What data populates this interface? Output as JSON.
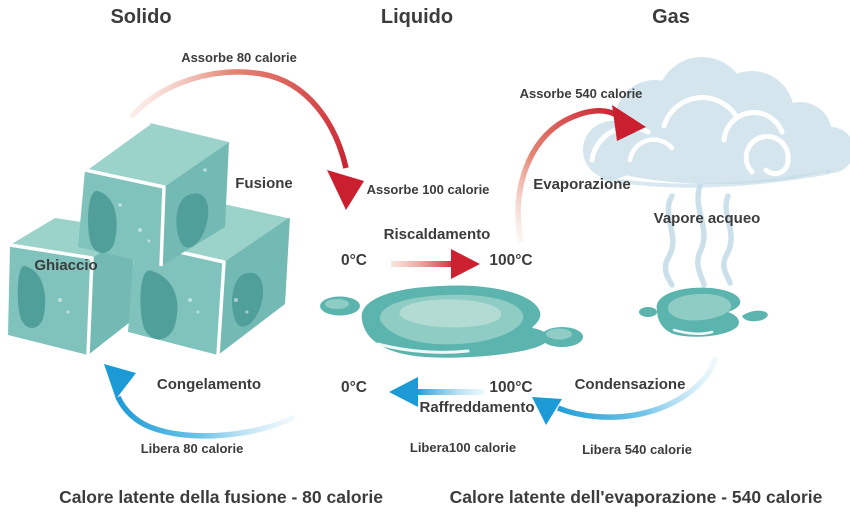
{
  "states": {
    "solid": {
      "label": "Solido",
      "object": "Ghiaccio"
    },
    "liquid": {
      "label": "Liquido"
    },
    "gas": {
      "label": "Gas",
      "vapor": "Vapore acqueo"
    }
  },
  "heating_path": {
    "fusion": {
      "label": "Fusione",
      "calories": "Assorbe 80 calorie"
    },
    "heating": {
      "label": "Riscaldamento",
      "calories": "Assorbe 100 calorie",
      "temp_start": "0°C",
      "temp_end": "100°C"
    },
    "evaporation": {
      "label": "Evaporazione",
      "calories": "Assorbe 540 calorie"
    }
  },
  "cooling_path": {
    "condensation": {
      "label": "Condensazione",
      "calories": "Libera 540 calorie"
    },
    "cooling": {
      "label": "Raffreddamento",
      "calories": "Libera100 calorie",
      "temp_start": "100°C",
      "temp_end": "0°C"
    },
    "freezing": {
      "label": "Congelamento",
      "calories": "Libera 80 calorie"
    }
  },
  "captions": {
    "fusion_latent_heat": "Calore latente della fusione - 80 calorie",
    "evaporation_latent_heat": "Calore latente dell'evaporazione - 540 calorie"
  },
  "colors": {
    "heat_arrow": "#ca1f2f",
    "cool_arrow": "#1b9ad6",
    "text": "#3c3c3c",
    "ice": "#7fc3bc",
    "water": "#5cb4ae",
    "cloud": "#d4e5ee"
  }
}
